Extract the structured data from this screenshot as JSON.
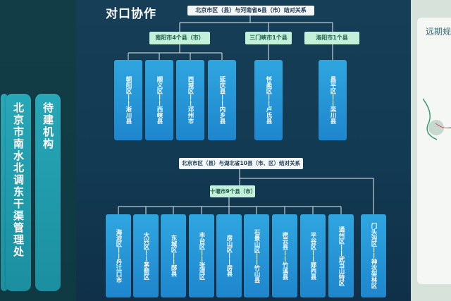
{
  "title": "对口协作",
  "left_cards": [
    {
      "text": "北京市南水北调东干渠管理处"
    },
    {
      "text": "待建机构"
    }
  ],
  "right_card_title": "远期规",
  "section1": {
    "header": "北京市区（县）与河南省6县（市）结对关系",
    "groups": [
      {
        "label": "南阳市4个县（市）"
      },
      {
        "label": "三门峡市1个县"
      },
      {
        "label": "洛阳市1个县"
      }
    ],
    "boxes": [
      {
        "text": "朝阳区——淅川县"
      },
      {
        "text": "顺义区——西峡县"
      },
      {
        "text": "西城区——邓州市"
      },
      {
        "text": "延庆县——内乡县"
      },
      {
        "text": "怀柔区——卢氏县"
      },
      {
        "text": "昌平区——栾川县"
      }
    ]
  },
  "section2": {
    "header": "北京市区（县）与湖北省10县（市、区）结对关系",
    "groups": [
      {
        "label": "十堰市9个县（市）"
      }
    ],
    "boxes": [
      {
        "text": "海淀区——丹江口市"
      },
      {
        "text": "大兴区——茅箭区"
      },
      {
        "text": "东城区——郧县"
      },
      {
        "text": "丰台区——张湾区"
      },
      {
        "text": "房山区——房县"
      },
      {
        "text": "石景山区——竹山县"
      },
      {
        "text": "密云县——竹溪县"
      },
      {
        "text": "平谷区——郧西县"
      },
      {
        "text": "通州区——武当山特区"
      },
      {
        "text": "门头沟区——神农架林区"
      }
    ]
  },
  "colors": {
    "box": "#2196d8",
    "header": "#f3f7f7",
    "subheader": "#c3f0d9",
    "card": "#22a0b0"
  }
}
